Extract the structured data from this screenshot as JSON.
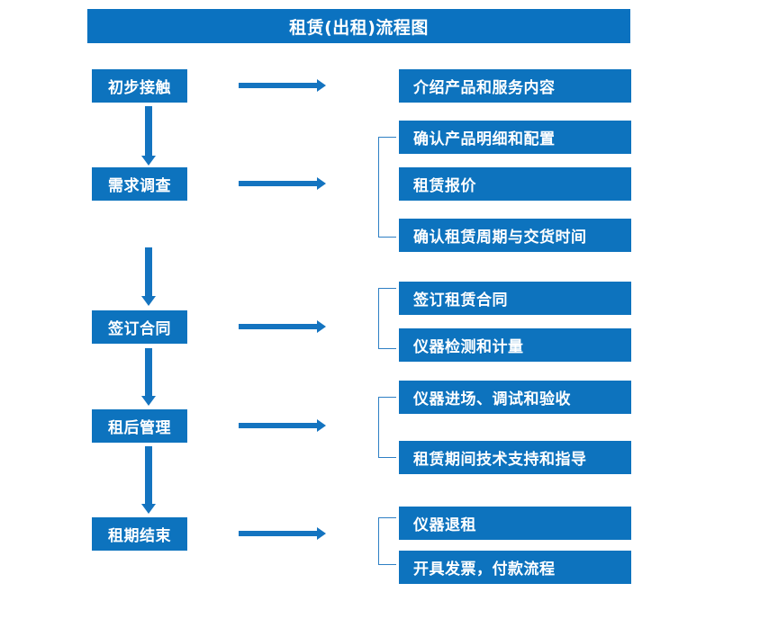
{
  "diagram": {
    "title": "租赁(出租)流程图",
    "accent_color": "#0D73BE",
    "title_color": "#0B72C0",
    "arrow_color": "#1474C0",
    "bracket_color": "#2E7FC4",
    "text_color": "#FFFFFF",
    "background": "#FFFFFF"
  },
  "stages": [
    {
      "label": "初步接触"
    },
    {
      "label": "需求调查"
    },
    {
      "label": "签订合同"
    },
    {
      "label": "租后管理"
    },
    {
      "label": "租期结束"
    }
  ],
  "details": [
    {
      "label": "介绍产品和服务内容"
    },
    {
      "label": "确认产品明细和配置"
    },
    {
      "label": "租赁报价"
    },
    {
      "label": "确认租赁周期与交货时间"
    },
    {
      "label": "签订租赁合同"
    },
    {
      "label": "仪器检测和计量"
    },
    {
      "label": "仪器进场、调试和验收"
    },
    {
      "label": "租赁期间技术支持和指导"
    },
    {
      "label": "仪器退租"
    },
    {
      "label": "开具发票，付款流程"
    }
  ]
}
